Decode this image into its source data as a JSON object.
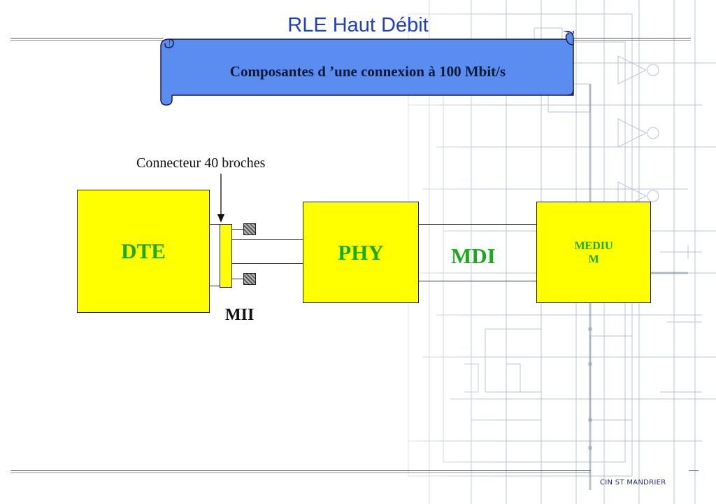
{
  "header": {
    "title": "RLE Haut Débit"
  },
  "banner": {
    "text": "Composantes d ’une connexion à 100 Mbit/s"
  },
  "diagram": {
    "connector_label": "Connecteur 40 broches",
    "blocks": {
      "dte": "DTE",
      "phy": "PHY",
      "medium_line1": "MEDIU",
      "medium_line2": "M"
    },
    "interfaces": {
      "mii": "MII",
      "mdi": "MDI"
    }
  },
  "footer": {
    "text": "CIN ST MANDRIER"
  },
  "colors": {
    "block_fill": "#ffff00",
    "block_label": "#1ea81e",
    "banner_fill": "#5b8cf0",
    "title": "#1f3fbf"
  }
}
